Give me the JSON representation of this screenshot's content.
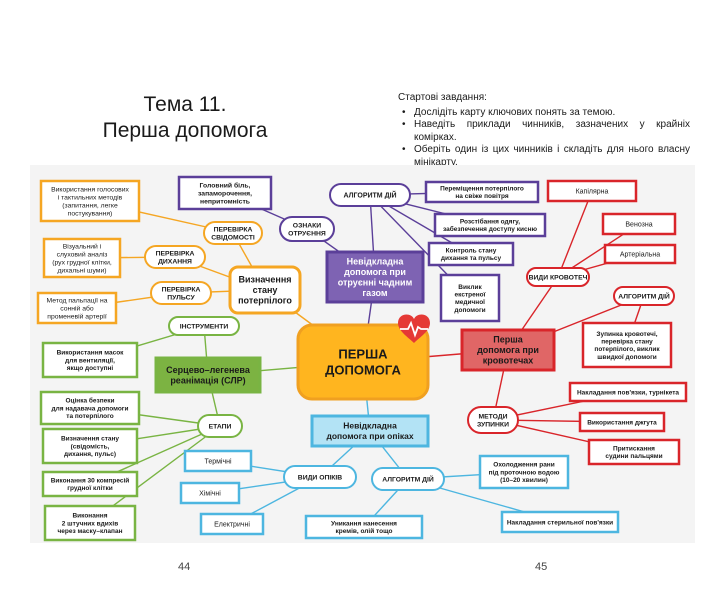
{
  "header": {
    "title_line1": "Тема 11.",
    "title_line2": "Перша допомога",
    "tasks_heading": "Стартові завдання:",
    "tasks": [
      "Дослідіть карту ключових понять за темою.",
      "Наведіть приклади чинників, зазначених у крайніх комірках.",
      "Оберіть один із цих чинників і складіть для нього власну мінікарту."
    ]
  },
  "colors": {
    "orange": "#f5a623",
    "center_fill": "#ffb51f",
    "green": "#79b443",
    "green_fill": "#7cb342",
    "purple": "#5b3f99",
    "purple_fill": "#7e63b3",
    "red": "#d9252a",
    "red_fill": "#e06666",
    "blue": "#4db6e0",
    "blue_fill": "#b3e3f5",
    "heart": "#e53935"
  },
  "map": {
    "center": [
      "ПЕРША",
      "ДОПОМОГА"
    ],
    "heart_icon": "heart-pulse-icon",
    "assessment": {
      "title": [
        "Визначення",
        "стану",
        "потерпілого"
      ],
      "check_consciousness": [
        "ПЕРЕВІРКА",
        "СВІДОМОСТІ"
      ],
      "check_breathing": [
        "ПЕРЕВІРКА",
        "ДИХАННЯ"
      ],
      "check_pulse": [
        "ПЕРЕВІРКА",
        "ПУЛЬСУ"
      ],
      "voice_tactile": [
        "Використання голосових",
        "і тактильних методів",
        "(запитання, легке",
        "постукування)"
      ],
      "visual_sound": [
        "Візуальний і",
        "слуховий аналіз",
        "(рух грудної клітки,",
        "дихальні шуми)"
      ],
      "palpation": [
        "Метод пальпації на",
        "сонній або",
        "променевій артерії"
      ]
    },
    "poisoning": {
      "title": [
        "Невідкладна",
        "допомога при",
        "отруєнні чадним",
        "газом"
      ],
      "algorithm": "АЛГОРИТМ ДІЙ",
      "signs": [
        "ОЗНАКИ",
        "ОТРУЄННЯ"
      ],
      "symptoms": [
        "Головний біль,",
        "запаморочення,",
        "непритомність"
      ],
      "steps": [
        [
          "Переміщення потерпілого",
          "на свіже повітря"
        ],
        [
          "Розстібання одягу,",
          "забезпечення доступу кисню"
        ],
        [
          "Контроль стану",
          "дихання та пульсу"
        ],
        [
          "Виклик",
          "екстреної",
          "медичної",
          "допомоги"
        ]
      ]
    },
    "bleeding": {
      "title": [
        "Перша",
        "допомога при",
        "кровотечах"
      ],
      "types_label": "ВИДИ КРОВОТЕЧ",
      "types": [
        "Капілярна",
        "Венозна",
        "Артеріальна"
      ],
      "algorithm": "АЛГОРИТМ ДІЙ",
      "algorithm_text": [
        "Зупинка кровотечі,",
        "перевірка стану",
        "потерпілого, виклик",
        "швидкої допомоги"
      ],
      "methods_label": [
        "МЕТОДИ",
        "ЗУПИНКИ"
      ],
      "methods": [
        [
          "Накладання пов'язки, турнікета"
        ],
        [
          "Використання джгута"
        ],
        [
          "Притискання",
          "судини пальцями"
        ]
      ]
    },
    "cpr": {
      "title": [
        "Серцево–легенева",
        "реанімація (СЛР)"
      ],
      "tools": "ІНСТРУМЕНТИ",
      "tools_text": [
        "Використання масок",
        "для вентиляції,",
        "якщо доступні"
      ],
      "stages": "ЕТАПИ",
      "stage_items": [
        [
          "Оцінка безпеки",
          "для надавача допомоги",
          "та потерпілого"
        ],
        [
          "Визначення стану",
          "(свідомість,",
          "дихання, пульс)"
        ],
        [
          "Виконання 30 компресій",
          "грудної клітки"
        ],
        [
          "Виконання",
          "2 штучних вдихів",
          "через маску–клапан"
        ]
      ]
    },
    "burns": {
      "title": [
        "Невідкладна",
        "допомога при опіках"
      ],
      "types_label": "ВИДИ ОПІКІВ",
      "types": [
        "Термічні",
        "Хімічні",
        "Електричні"
      ],
      "algorithm": "АЛГОРИТМ ДІЙ",
      "steps": [
        [
          "Охолодження рани",
          "під проточною водою",
          "(10–20 хвилин)"
        ],
        [
          "Накладання стерильної пов'язки"
        ],
        [
          "Уникання нанесення",
          "кремів, олій тощо"
        ]
      ]
    }
  },
  "page_numbers": {
    "left": "44",
    "right": "45"
  }
}
